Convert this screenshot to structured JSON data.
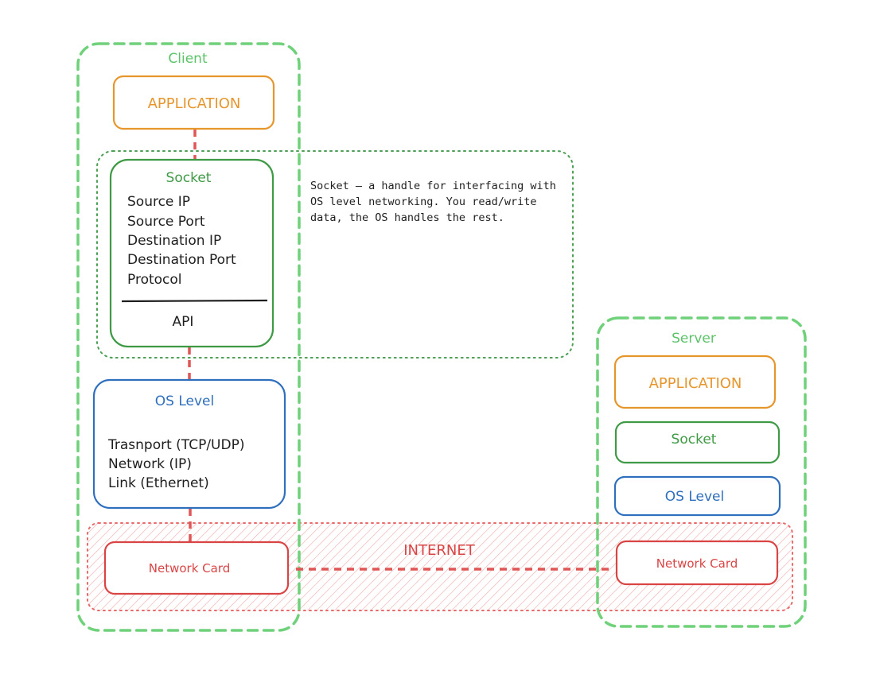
{
  "colors": {
    "client_border": "#6fd17a",
    "client_label": "#5cc36a",
    "application": "#e7962c",
    "socket": "#3f9a46",
    "socket_note_border": "#4d9f55",
    "os": "#2f6fbd",
    "network": "#d94545",
    "internet_fill": "#f6c9c9",
    "text": "#1e1e1e"
  },
  "client": {
    "label": "Client",
    "application": "APPLICATION",
    "socket": {
      "title": "Socket",
      "fields": [
        "Source IP",
        "Source Port",
        "Destination IP",
        "Destination Port",
        "Protocol"
      ],
      "api": "API"
    },
    "os": {
      "title": "OS Level",
      "layers": [
        "Trasnport (TCP/UDP)",
        "Network (IP)",
        "Link (Ethernet)"
      ]
    },
    "network_card": "Network Card"
  },
  "socket_note": {
    "lines": [
      "Socket — a handle for interfacing with",
      "OS level networking. You read/write",
      "data, the OS handles the rest."
    ]
  },
  "internet": {
    "label": "INTERNET"
  },
  "server": {
    "label": "Server",
    "application": "APPLICATION",
    "socket": "Socket",
    "os": "OS Level",
    "network_card": "Network Card"
  }
}
